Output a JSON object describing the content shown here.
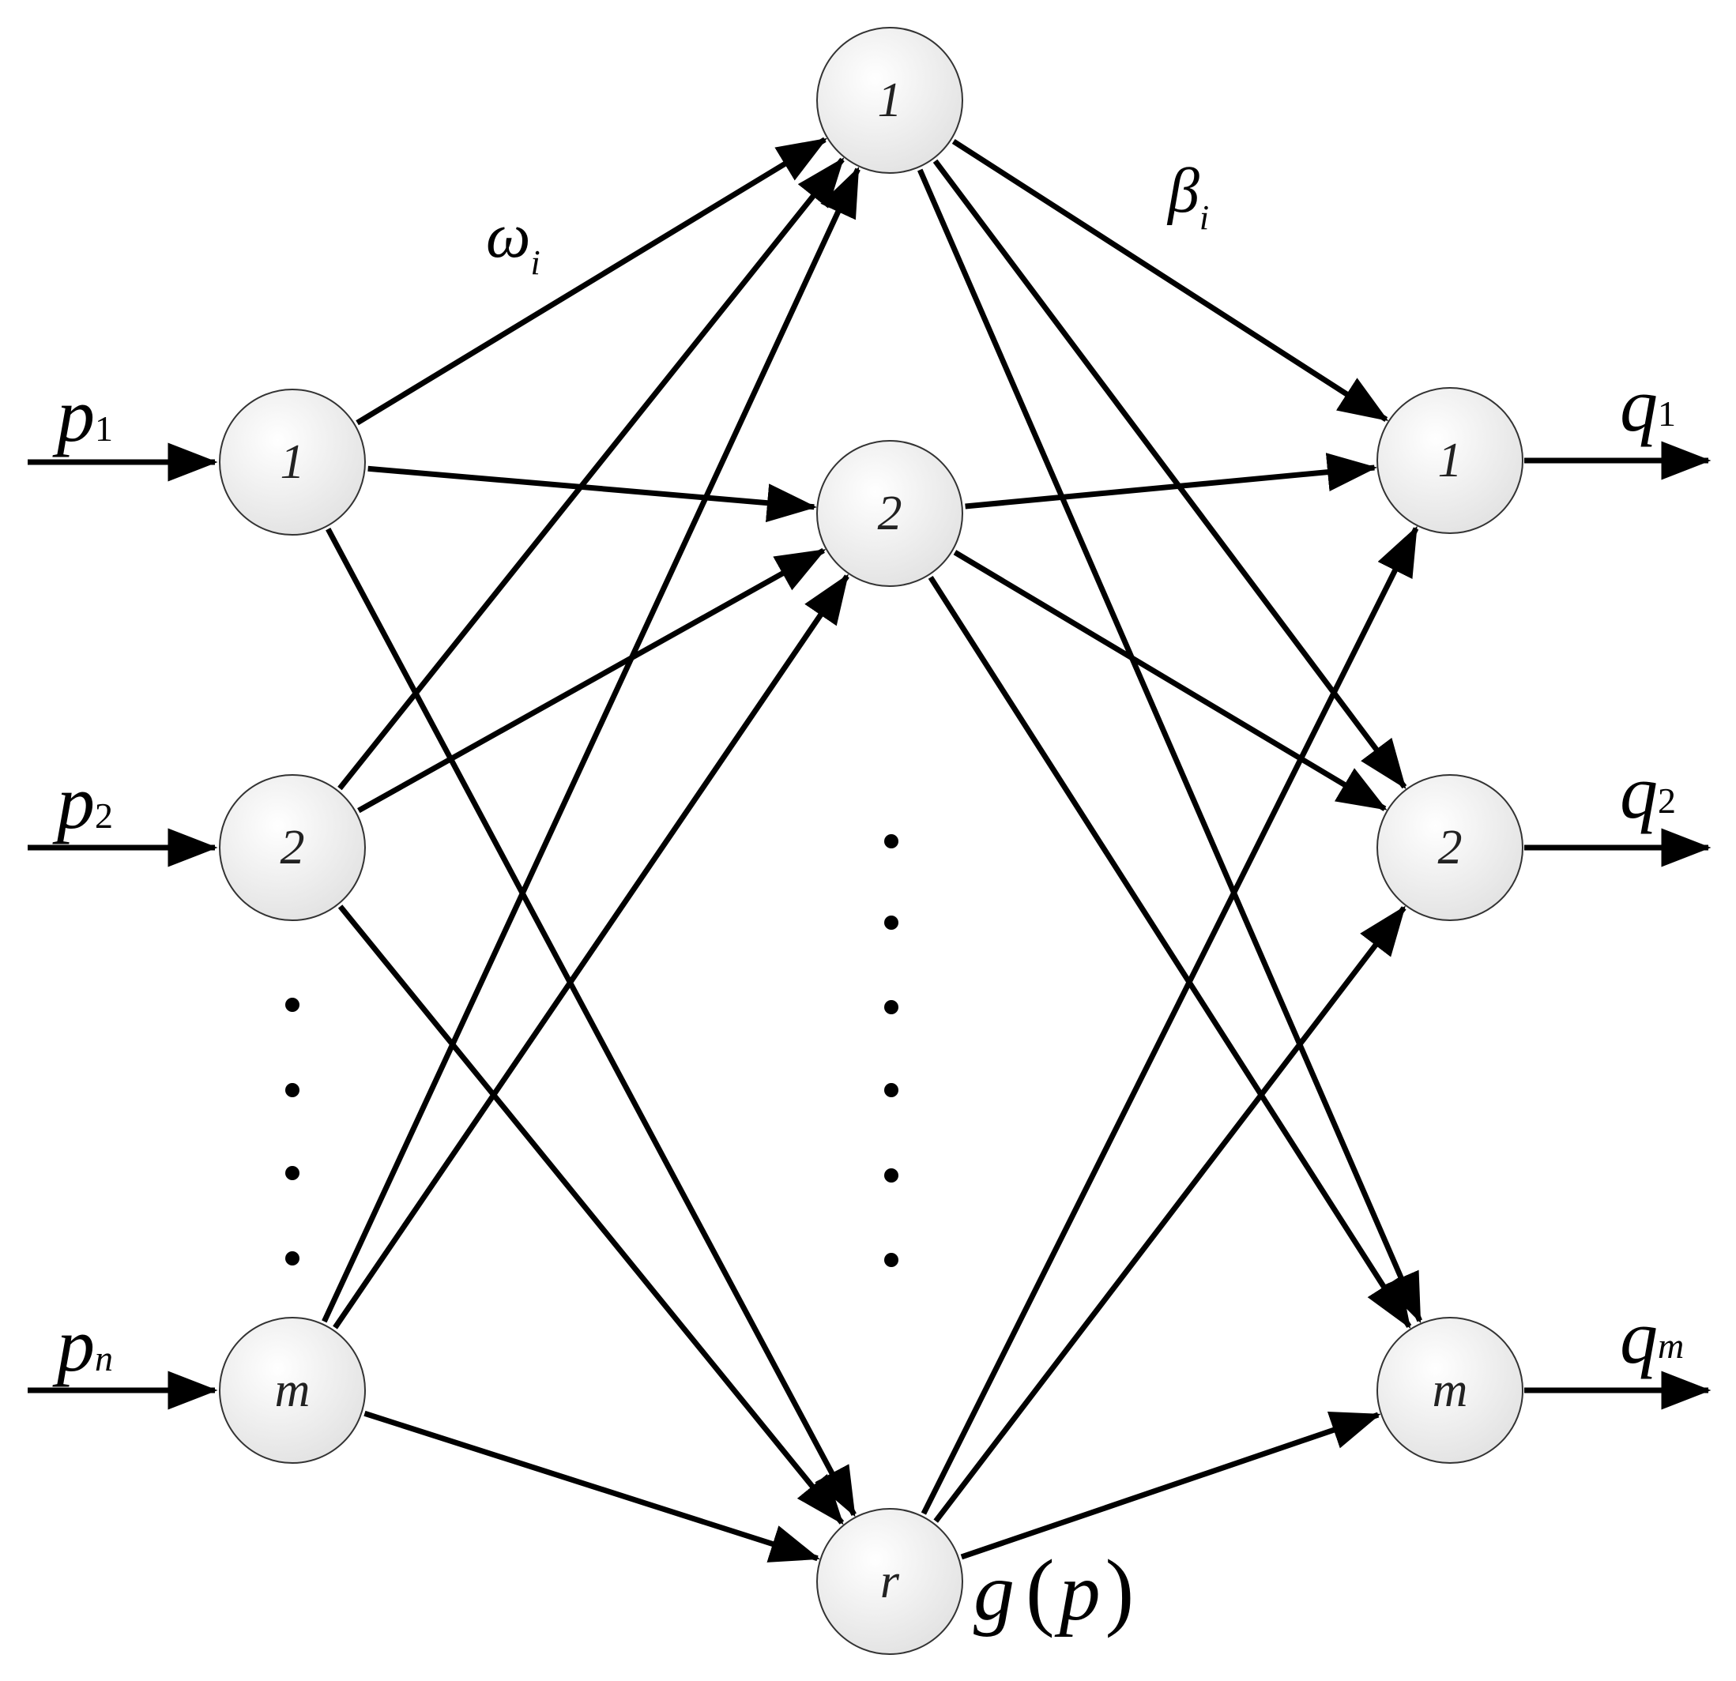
{
  "input_nodes": [
    {
      "id": "i1",
      "label": "1",
      "signal": "p",
      "signal_sub": "1"
    },
    {
      "id": "i2",
      "label": "2",
      "signal": "p",
      "signal_sub": "2"
    },
    {
      "id": "im",
      "label": "m",
      "signal": "p",
      "signal_sub": "n"
    }
  ],
  "hidden_nodes": [
    {
      "id": "h1",
      "label": "1"
    },
    {
      "id": "h2",
      "label": "2"
    },
    {
      "id": "hr",
      "label": "r"
    }
  ],
  "output_nodes": [
    {
      "id": "o1",
      "label": "1",
      "signal": "q",
      "signal_sub": "1"
    },
    {
      "id": "o2",
      "label": "2",
      "signal": "q",
      "signal_sub": "2"
    },
    {
      "id": "om",
      "label": "m",
      "signal": "q",
      "signal_sub": "m"
    }
  ],
  "weights": {
    "input_hidden": {
      "symbol": "ω",
      "sub": "i"
    },
    "hidden_output": {
      "symbol": "β",
      "sub": "i"
    }
  },
  "activation": {
    "name": "g",
    "open": "(",
    "arg": "p",
    "close": ")"
  }
}
